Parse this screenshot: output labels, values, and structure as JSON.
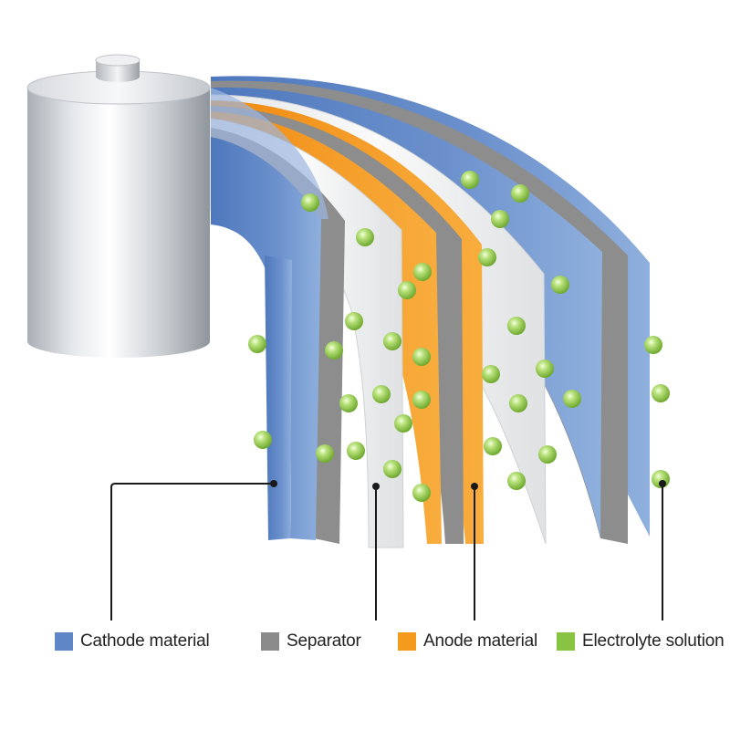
{
  "colors": {
    "cathode": "#5f86c6",
    "separator": "#8b8b8b",
    "anode": "#f49a1c",
    "electrolyte": "#88c442",
    "callout_line": "#1a1a1a",
    "background": "#ffffff"
  },
  "legend": [
    {
      "label": "Cathode material",
      "color": "#5f86c6"
    },
    {
      "label": "Separator",
      "color": "#8b8b8b"
    },
    {
      "label": "Anode material",
      "color": "#f49a1c"
    },
    {
      "label": "Electrolyte solution",
      "color": "#88c442"
    }
  ]
}
